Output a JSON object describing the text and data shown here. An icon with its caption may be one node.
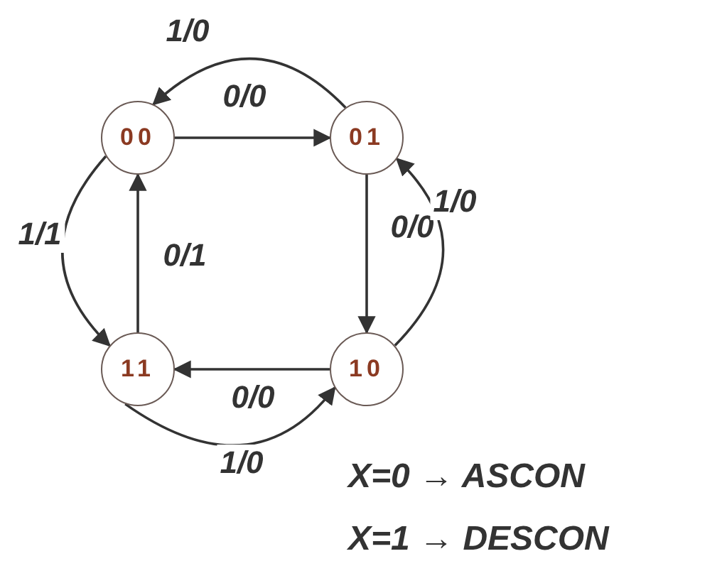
{
  "diagram": {
    "nodes": [
      {
        "text": [
          "00"
        ]
      },
      {
        "text": [
          "01"
        ]
      },
      {
        "text": [
          "11"
        ]
      },
      {
        "text": [
          "10"
        ]
      }
    ],
    "edges": [
      {
        "from": 0,
        "to": 1,
        "arrow": "to",
        "label": "0/0"
      },
      {
        "from": 1,
        "to": 0,
        "arrow": "to",
        "label": "1/0"
      },
      {
        "from": 1,
        "to": 3,
        "arrow": "to",
        "label": "0/0"
      },
      {
        "from": 3,
        "to": 1,
        "arrow": "to",
        "label": "1/0"
      },
      {
        "from": 3,
        "to": 2,
        "arrow": "to",
        "label": "0/0"
      },
      {
        "from": 2,
        "to": 3,
        "arrow": "to",
        "label": "1/0"
      },
      {
        "from": 2,
        "to": 0,
        "arrow": "to",
        "label": "0/1"
      },
      {
        "from": 0,
        "to": 2,
        "arrow": "to",
        "label": "1/1"
      }
    ],
    "labels": [
      "X=0 → ASCON",
      "X=1 → DESCON"
    ]
  }
}
